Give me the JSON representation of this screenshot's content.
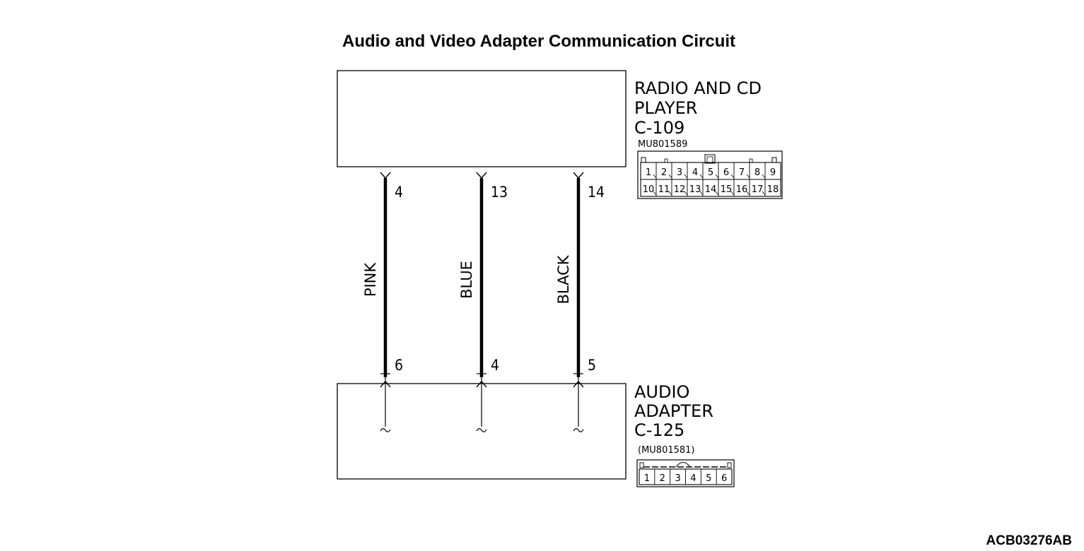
{
  "title": "Audio and Video Adapter Communication Circuit",
  "reference_code": "ACB03276AB",
  "components": {
    "radio": {
      "name_line1": "RADIO AND CD",
      "name_line2": "PLAYER",
      "connector": "C-109",
      "part_number": "MU801589",
      "pins_top": [
        "1",
        "2",
        "3",
        "4",
        "5",
        "6",
        "7",
        "8",
        "9"
      ],
      "pins_bottom": [
        "10",
        "11",
        "12",
        "13",
        "14",
        "15",
        "16",
        "17",
        "18"
      ]
    },
    "adapter": {
      "name_line1": "AUDIO",
      "name_line2": "ADAPTER",
      "connector": "C-125",
      "part_number": "(MU801581)",
      "pins": [
        "1",
        "2",
        "3",
        "4",
        "5",
        "6"
      ]
    }
  },
  "wires": [
    {
      "color": "PINK",
      "from_pin": "4",
      "to_pin": "6"
    },
    {
      "color": "BLUE",
      "from_pin": "13",
      "to_pin": "4"
    },
    {
      "color": "BLACK",
      "from_pin": "14",
      "to_pin": "5"
    }
  ]
}
